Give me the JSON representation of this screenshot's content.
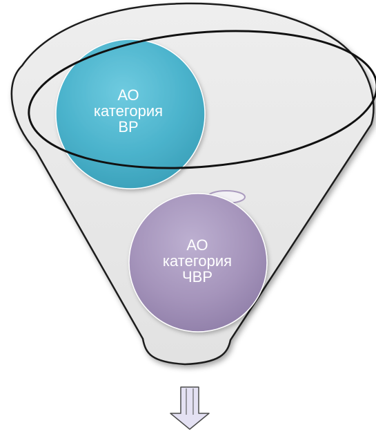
{
  "diagram": {
    "type": "funnel",
    "colors": {
      "funnel_fill": "#e9e9e9",
      "funnel_stroke": "#1a1a1a",
      "circle_top": "#4bb3cc",
      "circle_bottom": "#a594bb",
      "arrow_fill": "#e4e1f3",
      "arrow_stroke": "#4a4a4a"
    },
    "items": [
      {
        "line1": "АО",
        "line2": "категория",
        "line3": "ВР",
        "color": "#4bb3cc"
      },
      {
        "line1": "АО",
        "line2": "категория",
        "line3": "ЧВР",
        "color": "#a594bb"
      }
    ],
    "output_arrow_icon": "down-arrow-icon"
  }
}
